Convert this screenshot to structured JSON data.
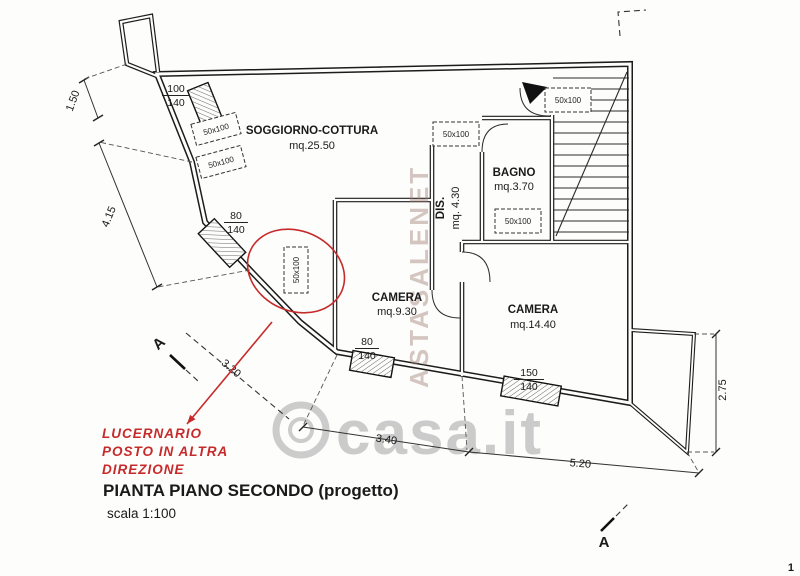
{
  "plan": {
    "title": "PIANTA PIANO SECONDO (progetto)",
    "scale": "scala 1:100",
    "page_number": "1"
  },
  "rooms": {
    "soggiorno": {
      "name": "SOGGIORNO-COTTURA",
      "area": "mq.25.50"
    },
    "bagno": {
      "name": "BAGNO",
      "area": "mq.3.70"
    },
    "dis": {
      "name": "DIS.",
      "area": "mq. 4.30"
    },
    "camera1": {
      "name": "CAMERA",
      "area": "mq.9.30"
    },
    "camera2": {
      "name": "CAMERA",
      "area": "mq.14.40"
    }
  },
  "windows": {
    "w1_top": "100",
    "w1_bot": "140",
    "w2_top": "80",
    "w2_bot": "140",
    "w3_top": "80",
    "w3_bot": "140",
    "w4_top": "150",
    "w4_bot": "140"
  },
  "skylights": {
    "label": "50x100"
  },
  "dimensions": {
    "d1": "1.50",
    "d2": "4.15",
    "d3": "3.20",
    "d4": "3.40",
    "d5": "5.20",
    "d6": "2.75"
  },
  "annotation": {
    "line1": "LUCERNARIO",
    "line2": "POSTO IN ALTRA",
    "line3": "DIREZIONE"
  },
  "sections": {
    "a1": "A",
    "a2": "A"
  },
  "watermarks": {
    "casa": "casa.it",
    "asta": "ASTASALENET"
  }
}
